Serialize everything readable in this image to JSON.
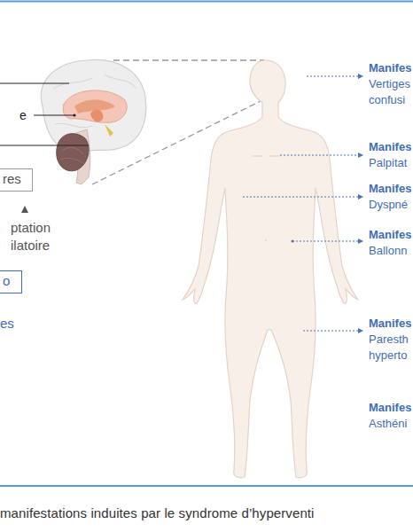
{
  "diagram": {
    "caption": "manifestations induites par le syndrome d’hyperventi",
    "nodes": [
      {
        "text": [
          "res"
        ]
      },
      {
        "text": [
          "o"
        ]
      }
    ],
    "labels": [
      "e",
      "ptation",
      "ilatoire",
      "es",
      "Manifes",
      "Vertiges confusi",
      "Manifes",
      "Palpitat",
      "Manifes",
      "Dyspné",
      "Manifes",
      "Ballonn",
      "Manifes",
      "Paresth hyperto",
      "Manifes",
      "Asthéni"
    ]
  }
}
